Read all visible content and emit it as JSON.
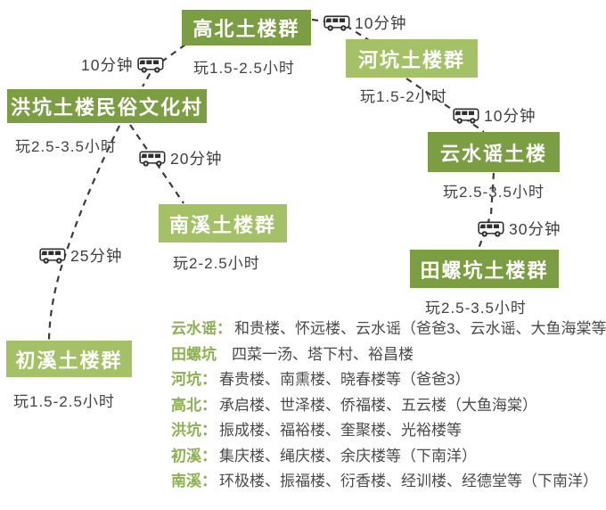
{
  "diagram": {
    "nodes": [
      {
        "name": "高北土楼群",
        "duration": "玩1.5-2.5小时",
        "shade": "dark"
      },
      {
        "name": "河坑土楼群",
        "duration": "玩1.5-2小时",
        "shade": "light"
      },
      {
        "name": "洪坑土楼民俗文化村",
        "duration": "玩2.5-3.5小时",
        "shade": "dark"
      },
      {
        "name": "云水谣土楼",
        "duration": "玩2.5-3.5小时",
        "shade": "dark"
      },
      {
        "name": "南溪土楼群",
        "duration": "玩2-2.5小时",
        "shade": "light"
      },
      {
        "name": "田螺坑土楼群",
        "duration": "玩2.5-3.5小时",
        "shade": "dark"
      },
      {
        "name": "初溪土楼群",
        "duration": "玩1.5-2.5小时",
        "shade": "light"
      }
    ],
    "transits": [
      {
        "from": "高北土楼群",
        "to": "河坑土楼群",
        "time": "10分钟",
        "icon": "minibus-icon"
      },
      {
        "from": "高北土楼群",
        "to": "洪坑土楼民俗文化村",
        "time": "10分钟",
        "icon": "minibus-icon"
      },
      {
        "from": "河坑土楼群",
        "to": "云水谣土楼",
        "time": "10分钟",
        "icon": "minibus-icon"
      },
      {
        "from": "洪坑土楼民俗文化村",
        "to": "南溪土楼群",
        "time": "20分钟",
        "icon": "minibus-icon"
      },
      {
        "from": "洪坑土楼民俗文化村",
        "to": "初溪土楼群",
        "time": "25分钟",
        "icon": "minibus-icon"
      },
      {
        "from": "云水谣土楼",
        "to": "田螺坑土楼群",
        "time": "30分钟",
        "icon": "minibus-icon"
      }
    ]
  },
  "legend": {
    "rows": [
      {
        "label": "云水谣：",
        "content": "和贵楼、怀远楼、云水谣（爸爸3、云水谣、大鱼海棠等）"
      },
      {
        "label": "田螺坑",
        "content": "四菜一汤、塔下村、裕昌楼"
      },
      {
        "label": "河坑：",
        "content": "春贵楼、南熏楼、晓春楼等（爸爸3）"
      },
      {
        "label": "高北：",
        "content": "承启楼、世泽楼、侨福楼、五云楼（大鱼海棠）"
      },
      {
        "label": "洪坑：",
        "content": "振成楼、福裕楼、奎聚楼、光裕楼等"
      },
      {
        "label": "初溪：",
        "content": "集庆楼、绳庆楼、余庆楼等（下南洋）"
      },
      {
        "label": "南溪：",
        "content": "环极楼、振福楼、衍香楼、经训楼、经德堂等（下南洋）"
      }
    ]
  },
  "colors": {
    "node_dark_green": "#7c9e43",
    "node_light_green": "#a5c167",
    "legend_label_green": "#8cb052",
    "text_gray": "#434343",
    "connector_gray": "#3c3c3c"
  }
}
